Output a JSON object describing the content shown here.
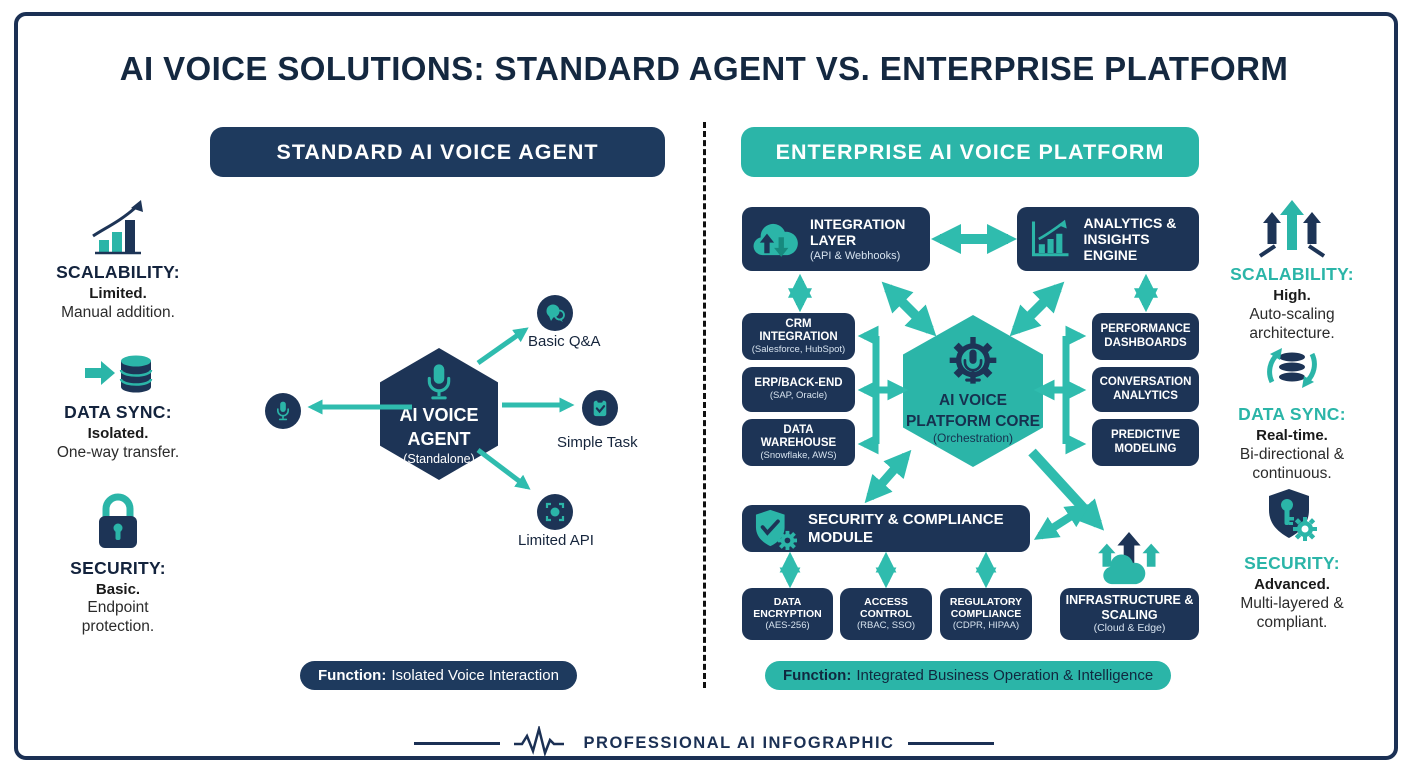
{
  "title": "AI VOICE SOLUTIONS: STANDARD AGENT VS. ENTERPRISE PLATFORM",
  "colors": {
    "navy": "#1d3456",
    "teal": "#2bb5a8"
  },
  "standard": {
    "header": "STANDARD AI VOICE AGENT",
    "features": [
      {
        "icon": "growth-chart-icon",
        "title": "SCALABILITY:",
        "value": "Limited.",
        "desc": "Manual addition."
      },
      {
        "icon": "arrow-database-icon",
        "title": "DATA SYNC:",
        "value": "Isolated.",
        "desc": "One-way transfer."
      },
      {
        "icon": "lock-icon",
        "title": "SECURITY:",
        "value": "Basic.",
        "desc": "Endpoint protection."
      }
    ],
    "core": {
      "line1": "AI VOICE",
      "line2": "AGENT",
      "sub": "(Standalone)"
    },
    "nodes": [
      {
        "icon": "chat-icon",
        "label": "Basic Q&A"
      },
      {
        "icon": "task-check-icon",
        "label": "Simple Task"
      },
      {
        "icon": "api-scan-icon",
        "label": "Limited API"
      }
    ],
    "function": {
      "label": "Function:",
      "text": "Isolated Voice Interaction"
    }
  },
  "enterprise": {
    "header": "ENTERPRISE AI VOICE PLATFORM",
    "integration": {
      "title": "INTEGRATION LAYER",
      "sub": "(API & Webhooks)"
    },
    "analytics": {
      "title": "ANALYTICS & INSIGHTS ENGINE"
    },
    "left_boxes": [
      {
        "title": "CRM INTEGRATION",
        "sub": "(Salesforce, HubSpot)"
      },
      {
        "title": "ERP/BACK-END",
        "sub": "(SAP, Oracle)"
      },
      {
        "title": "DATA WAREHOUSE",
        "sub": "(Snowflake, AWS)"
      }
    ],
    "core": {
      "line1": "AI VOICE",
      "line2": "PLATFORM CORE",
      "sub": "(Orchestration)"
    },
    "right_boxes": [
      {
        "title": "PERFORMANCE DASHBOARDS"
      },
      {
        "title": "CONVERSATION ANALYTICS"
      },
      {
        "title": "PREDICTIVE MODELING"
      }
    ],
    "security": {
      "title": "SECURITY & COMPLIANCE MODULE"
    },
    "bottom_boxes": [
      {
        "title": "DATA ENCRYPTION",
        "sub": "(AES-256)"
      },
      {
        "title": "ACCESS CONTROL",
        "sub": "(RBAC, SSO)"
      },
      {
        "title": "REGULATORY COMPLIANCE",
        "sub": "(CDPR, HIPAA)"
      },
      {
        "title": "INFRASTRUCTURE & SCALING",
        "sub": "(Cloud & Edge)"
      }
    ],
    "features": [
      {
        "icon": "scale-up-arrows-icon",
        "title": "SCALABILITY:",
        "value": "High.",
        "desc": "Auto-scaling architecture."
      },
      {
        "icon": "database-sync-icon",
        "title": "DATA SYNC:",
        "value": "Real-time.",
        "desc": "Bi-directional & continuous."
      },
      {
        "icon": "shield-key-icon",
        "title": "SECURITY:",
        "value": "Advanced.",
        "desc": "Multi-layered & compliant."
      }
    ],
    "function": {
      "label": "Function:",
      "text": "Integrated Business Operation & Intelligence"
    }
  },
  "footer": {
    "text": "PROFESSIONAL AI INFOGRAPHIC"
  }
}
